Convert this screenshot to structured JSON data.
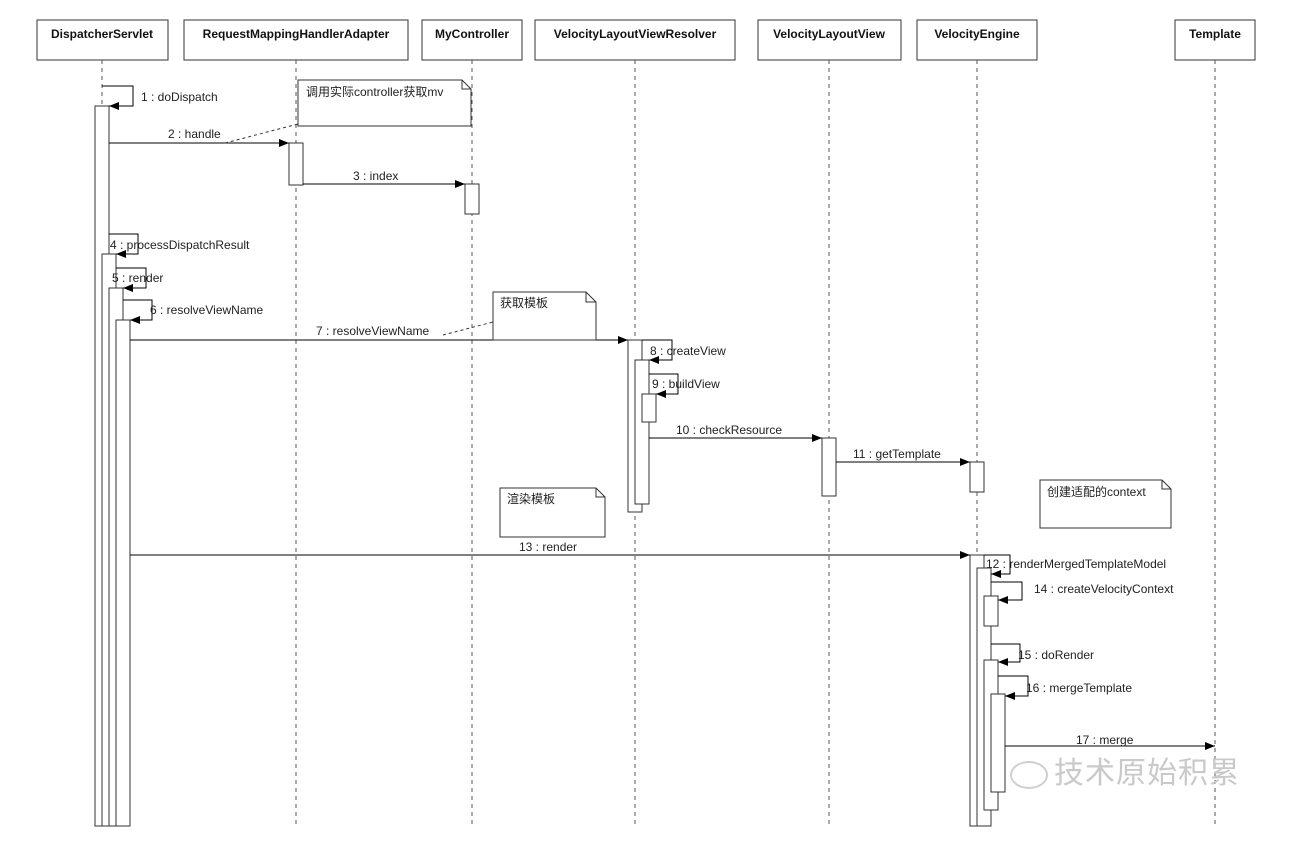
{
  "participants": [
    {
      "id": "p0",
      "label": "DispatcherServlet"
    },
    {
      "id": "p1",
      "label": "RequestMappingHandlerAdapter"
    },
    {
      "id": "p2",
      "label": "MyController"
    },
    {
      "id": "p3",
      "label": "VelocityLayoutViewResolver"
    },
    {
      "id": "p4",
      "label": "VelocityLayoutView"
    },
    {
      "id": "p5",
      "label": "VelocityEngine"
    },
    {
      "id": "p6",
      "label": "Template"
    }
  ],
  "messages": [
    {
      "label": "1 : doDispatch"
    },
    {
      "label": "2 : handle"
    },
    {
      "label": "3 : index"
    },
    {
      "label": "4 : processDispatchResult"
    },
    {
      "label": "5 : render"
    },
    {
      "label": "6 : resolveViewName"
    },
    {
      "label": "7 : resolveViewName"
    },
    {
      "label": "8 : createView"
    },
    {
      "label": "9 : buildView"
    },
    {
      "label": "10 : checkResource"
    },
    {
      "label": "11 : getTemplate"
    },
    {
      "label": "12 : renderMergedTemplateModel"
    },
    {
      "label": "13 : render"
    },
    {
      "label": "14 : createVelocityContext"
    },
    {
      "label": "15 : doRender"
    },
    {
      "label": "16 : mergeTemplate"
    },
    {
      "label": "17 : merge"
    }
  ],
  "notes": [
    {
      "text": "调用实际controller获取mv"
    },
    {
      "text": "获取模板"
    },
    {
      "text": "渲染模板"
    },
    {
      "text": "创建适配的context"
    }
  ],
  "watermark": {
    "text": "技术原始积累"
  }
}
